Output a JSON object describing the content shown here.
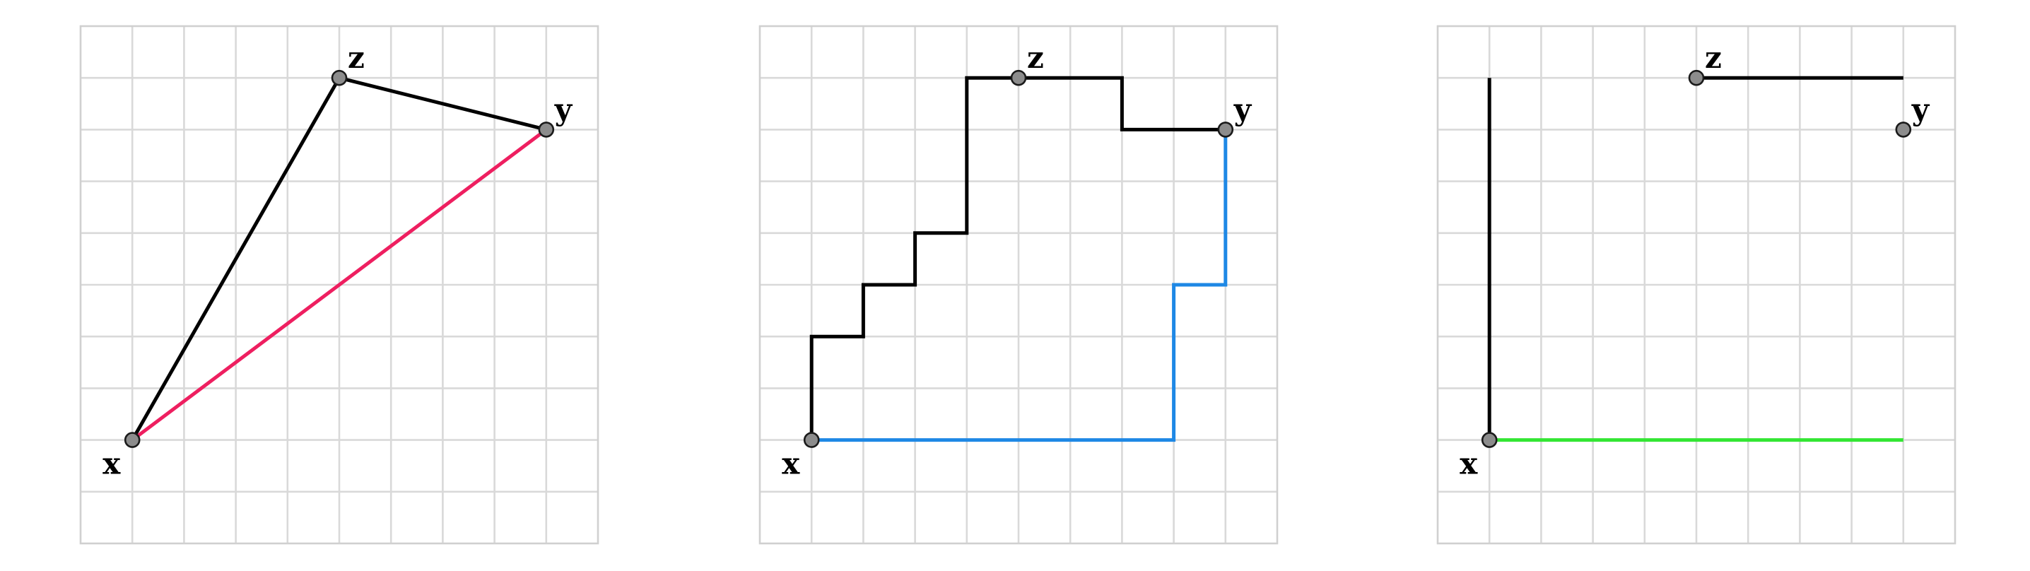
{
  "diagram": {
    "panels": [
      {
        "id": "triangle-inequality",
        "points": {
          "x": {
            "label": "x",
            "col": 1,
            "row": 8,
            "label_side": "below-left"
          },
          "y": {
            "label": "y",
            "col": 9,
            "row": 2,
            "label_side": "above-right"
          },
          "z": {
            "label": "z",
            "col": 5,
            "row": 1,
            "label_side": "above-right"
          }
        },
        "paths": [
          {
            "name": "path-x-z",
            "color": "#000000",
            "points": [
              [
                1,
                8
              ],
              [
                5,
                1
              ]
            ]
          },
          {
            "name": "path-z-y",
            "color": "#000000",
            "points": [
              [
                5,
                1
              ],
              [
                9,
                2
              ]
            ]
          },
          {
            "name": "path-x-y",
            "color": "#ee1f60",
            "points": [
              [
                1,
                8
              ],
              [
                9,
                2
              ]
            ]
          }
        ]
      },
      {
        "id": "manhattan-paths",
        "points": {
          "x": {
            "label": "x",
            "col": 1,
            "row": 8,
            "label_side": "below-left"
          },
          "y": {
            "label": "y",
            "col": 9,
            "row": 2,
            "label_side": "above-right"
          },
          "z": {
            "label": "z",
            "col": 5,
            "row": 1,
            "label_side": "above-right"
          }
        },
        "paths": [
          {
            "name": "staircase-path-x-z-y",
            "color": "#000000",
            "points": [
              [
                1,
                8
              ],
              [
                1,
                6
              ],
              [
                2,
                6
              ],
              [
                2,
                5
              ],
              [
                3,
                5
              ],
              [
                3,
                4
              ],
              [
                4,
                4
              ],
              [
                4,
                1
              ],
              [
                7,
                1
              ],
              [
                7,
                2
              ],
              [
                9,
                2
              ]
            ]
          },
          {
            "name": "blue-path-x-y",
            "color": "#1e88e5",
            "points": [
              [
                1,
                8
              ],
              [
                8,
                8
              ],
              [
                8,
                5
              ],
              [
                9,
                5
              ],
              [
                9,
                2
              ]
            ]
          }
        ]
      },
      {
        "id": "axis-distance",
        "points": {
          "x": {
            "label": "x",
            "col": 1,
            "row": 8,
            "label_side": "below-left"
          },
          "y": {
            "label": "y",
            "col": 9,
            "row": 2,
            "label_side": "above-right"
          },
          "z": {
            "label": "z",
            "col": 5,
            "row": 1,
            "label_side": "above-right"
          }
        },
        "paths": [
          {
            "name": "vertical-segment",
            "color": "#000000",
            "points": [
              [
                1,
                1
              ],
              [
                1,
                8
              ]
            ]
          },
          {
            "name": "horizontal-segment-z",
            "color": "#000000",
            "points": [
              [
                5,
                1
              ],
              [
                9,
                1
              ]
            ]
          },
          {
            "name": "green-segment",
            "color": "#33e633",
            "points": [
              [
                1,
                8
              ],
              [
                9,
                8
              ]
            ]
          }
        ]
      }
    ]
  }
}
